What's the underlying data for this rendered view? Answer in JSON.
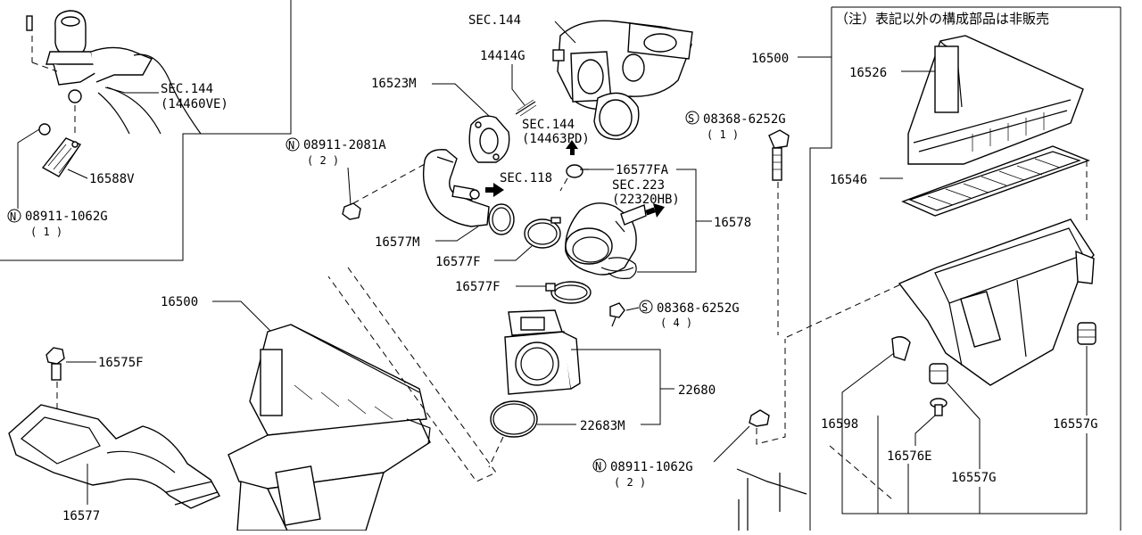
{
  "note": "（注）表記以外の構成部品は非販売",
  "labels": {
    "sec144_top": "SEC.144",
    "p14414G": "14414G",
    "p16523M": "16523M",
    "sec144_14463": "SEC.144",
    "p14463PD": "(14463PD)",
    "sec118": "SEC.118",
    "p16577FA": "16577FA",
    "sec223": "SEC.223",
    "p22320HB": "(22320HB)",
    "p16578": "16578",
    "p16577M": "16577M",
    "p16577F_upper": "16577F",
    "p16577F_lower": "16577F",
    "n08911_2081A": "08911-2081A",
    "n08911_2081A_qty": "( 2 )",
    "s08368_upper": "08368-6252G",
    "s08368_upper_qty": "( 1 )",
    "s08368_lower": "08368-6252G",
    "s08368_lower_qty": "( 4 )",
    "p22680": "22680",
    "p22683M": "22683M",
    "n08911_1062G_mid": "08911-1062G",
    "n08911_1062G_mid_qty": "( 2 )",
    "p16500_right": "16500",
    "p16526": "16526",
    "p16546": "16546",
    "p16598": "16598",
    "p16576E": "16576E",
    "p16557G_right": "16557G",
    "p16557G_bottom": "16557G",
    "sec144_inset": "SEC.144",
    "p14460VE": "(14460VE)",
    "p16588V": "16588V",
    "n08911_1062G_inset": "08911-1062G",
    "n08911_1062G_inset_qty": "( 1 )",
    "p16500_left": "16500",
    "p16575F": "16575F",
    "p16577": "16577"
  },
  "symbols": {
    "nut_mark": "N",
    "screw_mark": "S"
  }
}
